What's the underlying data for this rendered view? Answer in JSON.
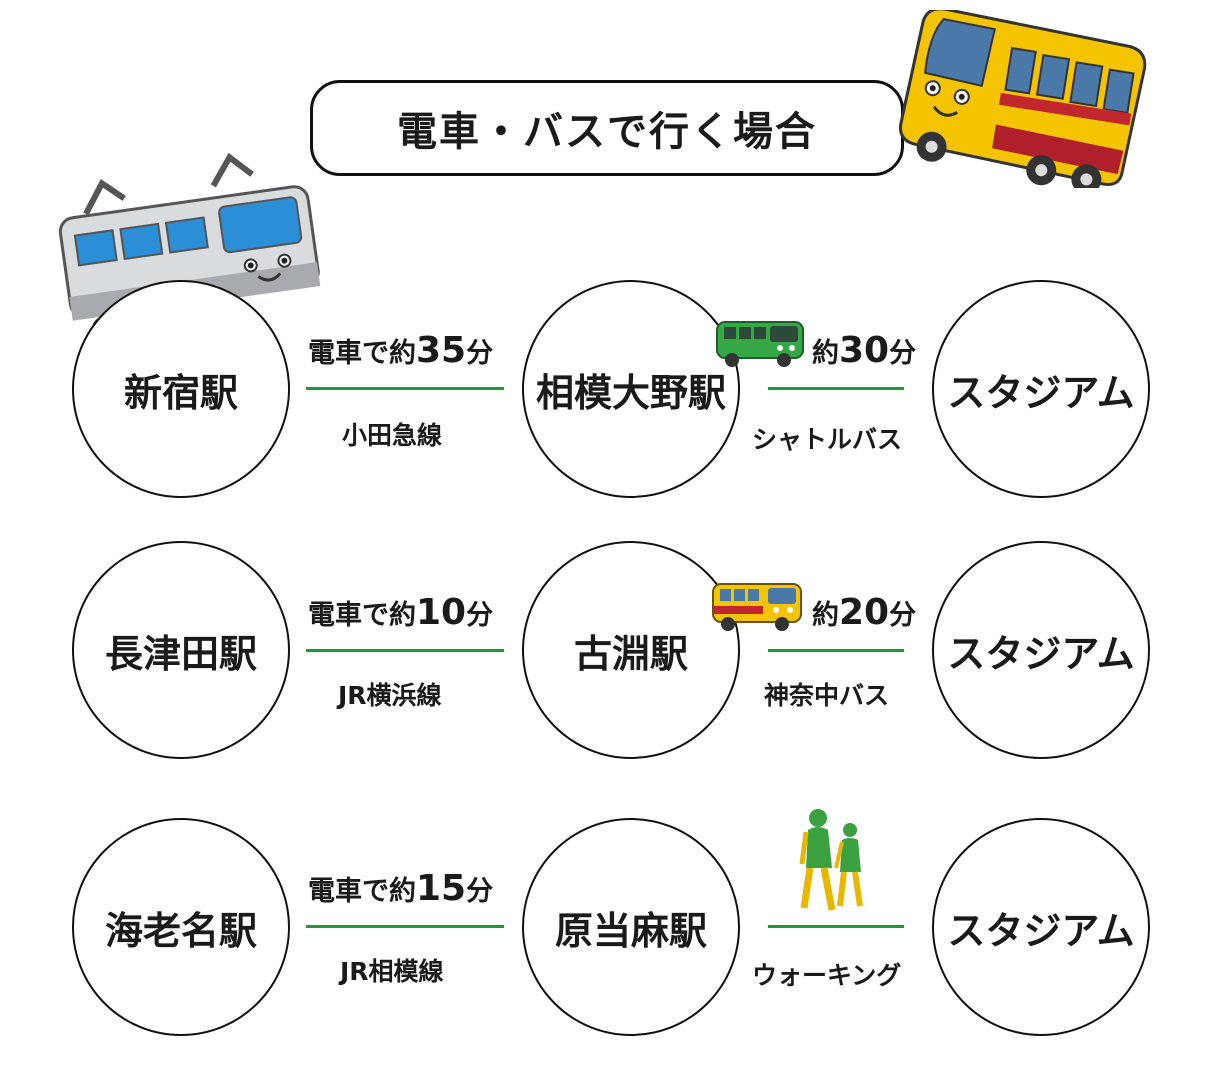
{
  "title": "電車・バスで行く場合",
  "routes": [
    {
      "origin": "新宿駅",
      "train_time_prefix": "電車で約",
      "train_time_num": "35",
      "train_time_suffix": "分",
      "train_line": "小田急線",
      "transfer": "相模大野駅",
      "second_time_prefix": "約",
      "second_time_num": "30",
      "second_time_suffix": "分",
      "second_mode": "シャトルバス",
      "destination": "スタジアム"
    },
    {
      "origin": "長津田駅",
      "train_time_prefix": "電車で約",
      "train_time_num": "10",
      "train_time_suffix": "分",
      "train_line": "JR横浜線",
      "transfer": "古淵駅",
      "second_time_prefix": "約",
      "second_time_num": "20",
      "second_time_suffix": "分",
      "second_mode": "神奈中バス",
      "destination": "スタジアム"
    },
    {
      "origin": "海老名駅",
      "train_time_prefix": "電車で約",
      "train_time_num": "15",
      "train_time_suffix": "分",
      "train_line": "JR相模線",
      "transfer": "原当麻駅",
      "second_mode": "ウォーキング",
      "destination": "スタジアム"
    }
  ],
  "colors": {
    "connector_line": "#1e9a3c",
    "train_body": "#d9dcdf",
    "train_window": "#2a8fd6",
    "yellow_bus": "#f5c400",
    "green_bus": "#33a845",
    "walker": "#3aa040"
  },
  "icons": [
    "train-illustration-icon",
    "yellow-bus-illustration-icon",
    "green-bus-icon",
    "yellow-bus-small-icon",
    "walking-people-icon"
  ]
}
